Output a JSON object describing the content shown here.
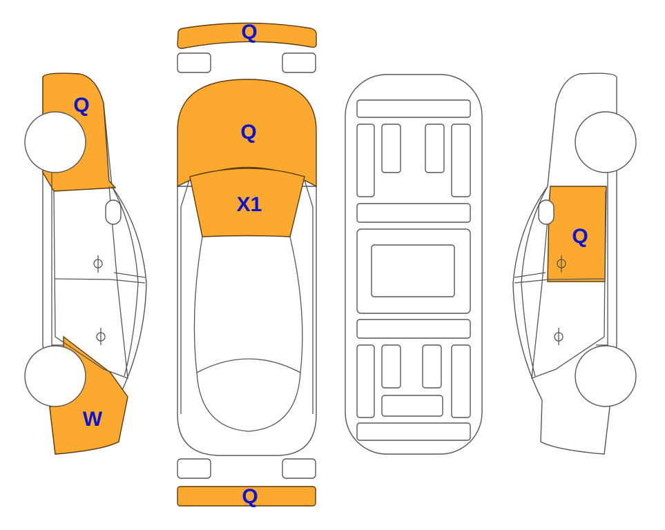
{
  "colors": {
    "damage_fill": "#FBAA2F",
    "label_color": "#0A14D2",
    "outline": "#555555"
  },
  "left_side_view": {
    "front_fender": {
      "label": "Q",
      "damaged": true
    },
    "rear_quarter": {
      "label": "W",
      "damaged": true
    }
  },
  "top_view": {
    "front_bumper": {
      "label": "Q",
      "damaged": true
    },
    "hood": {
      "label": "Q",
      "damaged": true
    },
    "windshield": {
      "label": "X1",
      "damaged": true
    },
    "rear_bumper": {
      "label": "Q",
      "damaged": true
    }
  },
  "underbody_view": {
    "damaged": false
  },
  "right_side_view": {
    "front_door": {
      "label": "Q",
      "damaged": true
    }
  }
}
